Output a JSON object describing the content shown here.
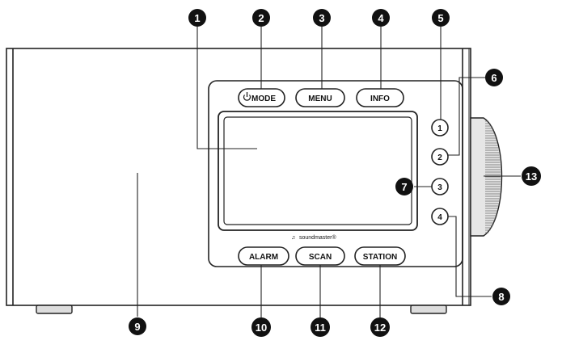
{
  "device": {
    "buttons": {
      "mode": "MODE",
      "menu": "MENU",
      "info": "INFO",
      "alarm": "ALARM",
      "scan": "SCAN",
      "station": "STATION"
    },
    "presets": [
      "1",
      "2",
      "3",
      "4"
    ],
    "brand": "soundmaster®"
  },
  "callouts": [
    "1",
    "2",
    "3",
    "4",
    "5",
    "6",
    "7",
    "8",
    "9",
    "10",
    "11",
    "12",
    "13"
  ]
}
